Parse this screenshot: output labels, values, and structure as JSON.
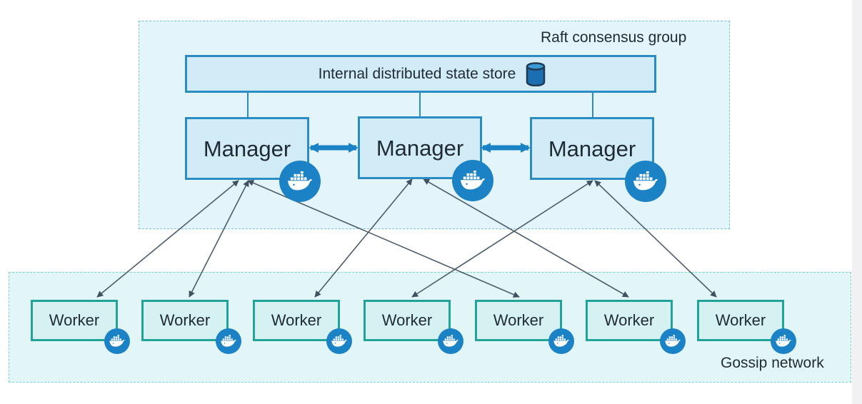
{
  "diagram": {
    "raft_group_label": "Raft consensus group",
    "gossip_group_label": "Gossip network",
    "store_label": "Internal distributed state store",
    "managers": [
      {
        "label": "Manager"
      },
      {
        "label": "Manager"
      },
      {
        "label": "Manager"
      }
    ],
    "workers": [
      {
        "label": "Worker"
      },
      {
        "label": "Worker"
      },
      {
        "label": "Worker"
      },
      {
        "label": "Worker"
      },
      {
        "label": "Worker"
      },
      {
        "label": "Worker"
      },
      {
        "label": "Worker"
      }
    ],
    "icons": {
      "store": "database-icon",
      "node": "docker-whale-icon"
    },
    "colors": {
      "manager_border": "#2a8cc3",
      "worker_border": "#22a39a",
      "whale_badge": "#1b82c5",
      "link": "#4b5d6b"
    }
  }
}
